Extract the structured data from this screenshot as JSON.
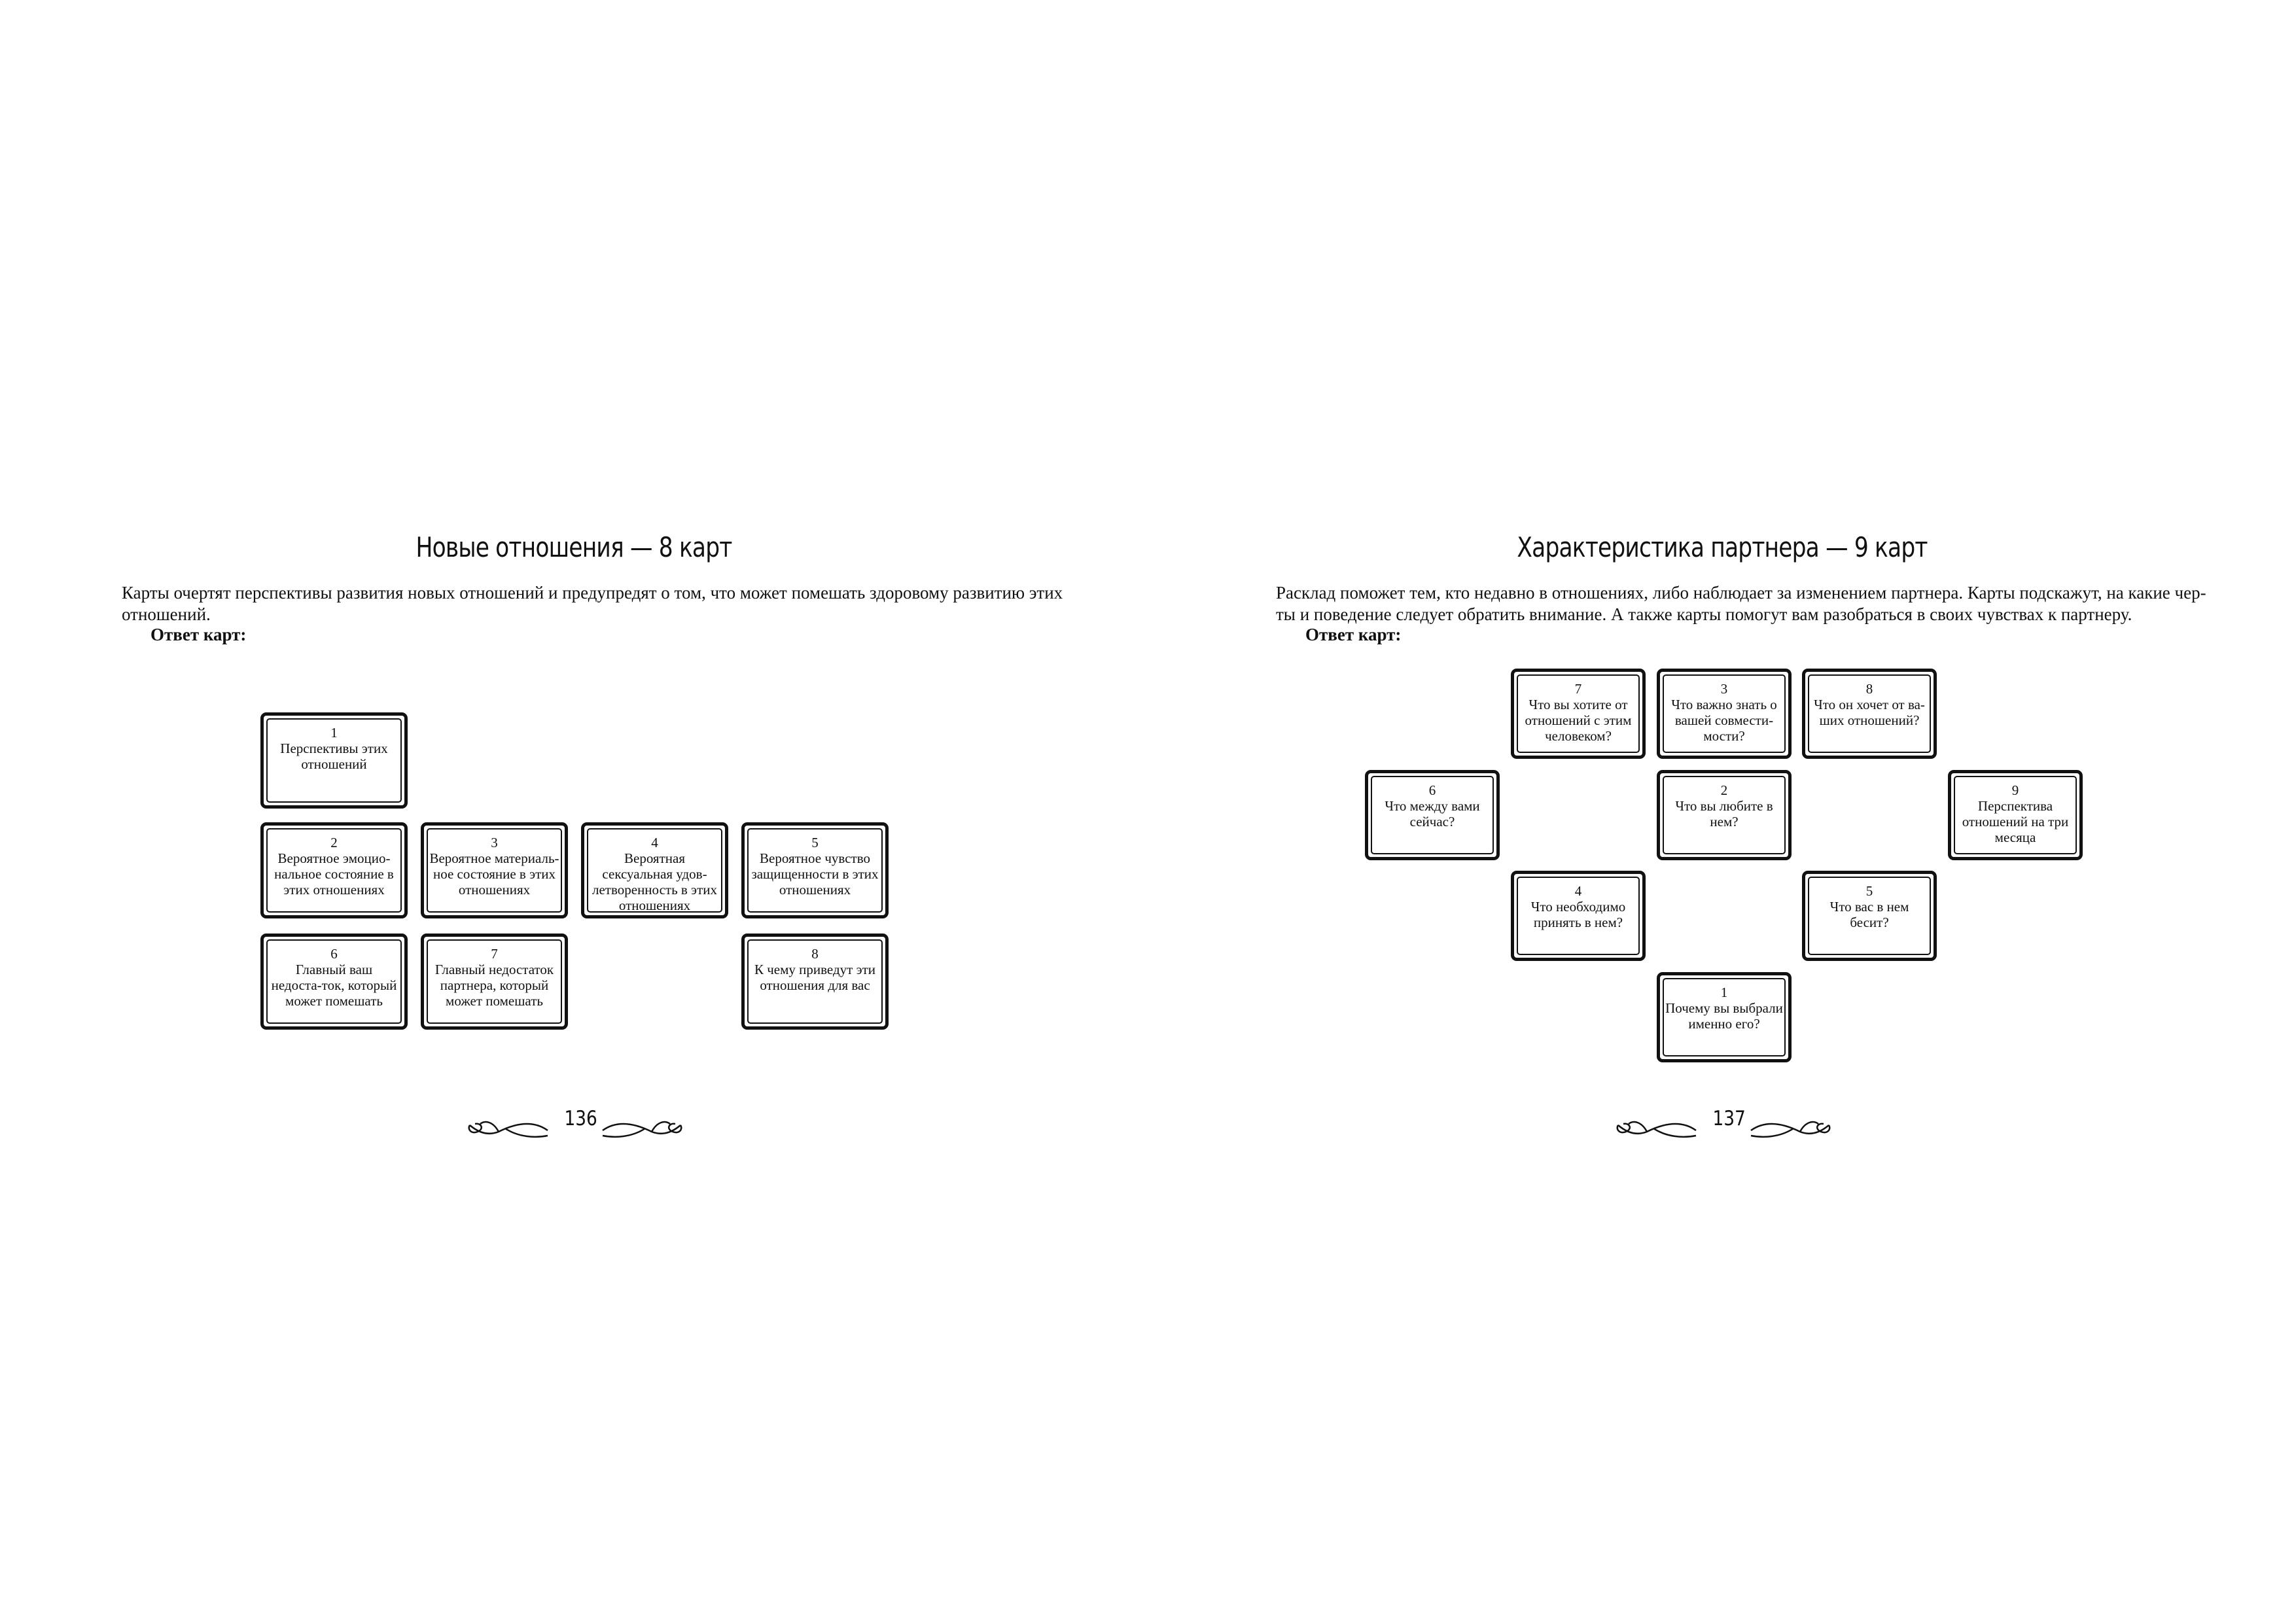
{
  "left_page": {
    "title": "Новые отношения — 8 карт",
    "intro": "Карты очертят перспективы развития новых отношений и предупредят о том, что может помешать здоровому развитию этих отношений.",
    "answer_label": "Ответ карт:",
    "cards": [
      {
        "num": "1",
        "text": "Перспективы этих отношений"
      },
      {
        "num": "2",
        "text": "Вероятное эмоцио-нальное состояние в этих отношениях"
      },
      {
        "num": "3",
        "text": "Вероятное материаль-ное состояние в этих отношениях"
      },
      {
        "num": "4",
        "text": "Вероятная сексуальная удов-летворенность в этих отношениях"
      },
      {
        "num": "5",
        "text": "Вероятное чувство защищенности в этих отношениях"
      },
      {
        "num": "6",
        "text": "Главный ваш недоста-ток, который может помешать"
      },
      {
        "num": "7",
        "text": "Главный недостаток партнера, который может помешать"
      },
      {
        "num": "8",
        "text": "К чему приведут эти отношения для вас"
      }
    ],
    "page_number": "136"
  },
  "right_page": {
    "title": "Характеристика партнера — 9 карт",
    "intro": "Расклад поможет тем, кто недавно в отношениях, либо наблюдает за изменением партнера. Карты подскажут, на какие чер-ты и поведение следует обратить внимание. А также карты помогут вам разобраться в своих чувствах к партнеру.",
    "answer_label": "Ответ карт:",
    "cards": [
      {
        "num": "7",
        "text": "Что вы хотите от отношений с этим человеком?"
      },
      {
        "num": "3",
        "text": "Что важно знать о вашей совмести-мости?"
      },
      {
        "num": "8",
        "text": "Что он хочет от ва-ших отношений?"
      },
      {
        "num": "6",
        "text": "Что между вами сейчас?"
      },
      {
        "num": "2",
        "text": "Что вы любите в нем?"
      },
      {
        "num": "9",
        "text": "Перспектива отношений на три месяца"
      },
      {
        "num": "4",
        "text": "Что необходимо принять в нем?"
      },
      {
        "num": "5",
        "text": "Что вас в нем бесит?"
      },
      {
        "num": "1",
        "text": "Почему вы выбрали именно его?"
      }
    ],
    "page_number": "137"
  }
}
